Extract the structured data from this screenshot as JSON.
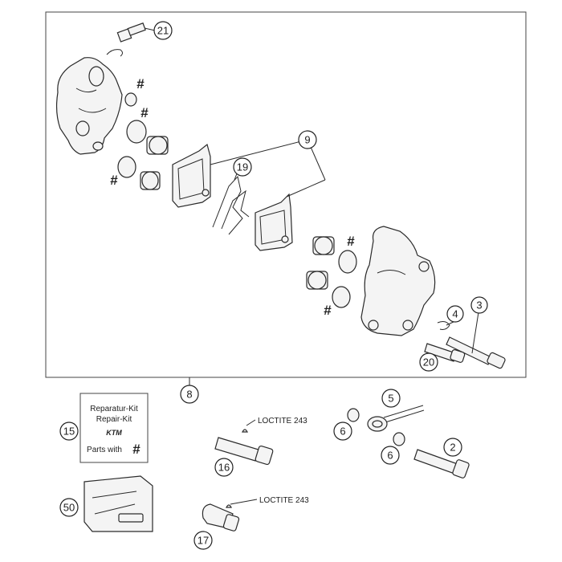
{
  "callouts": {
    "c21": "21",
    "c9": "9",
    "c19": "19",
    "c4": "4",
    "c3": "3",
    "c20": "20",
    "c8": "8",
    "c15": "15",
    "c5": "5",
    "c6a": "6",
    "c6b": "6",
    "c2": "2",
    "c16": "16",
    "c50": "50",
    "c17": "17"
  },
  "marks": {
    "hash": "#"
  },
  "kit": {
    "line1": "Reparatur-Kit",
    "line2": "Repair-Kit",
    "brand": "KTM",
    "line3": "Parts with"
  },
  "loctite": {
    "top": "LOCTITE 243",
    "bottom": "LOCTITE 243"
  }
}
